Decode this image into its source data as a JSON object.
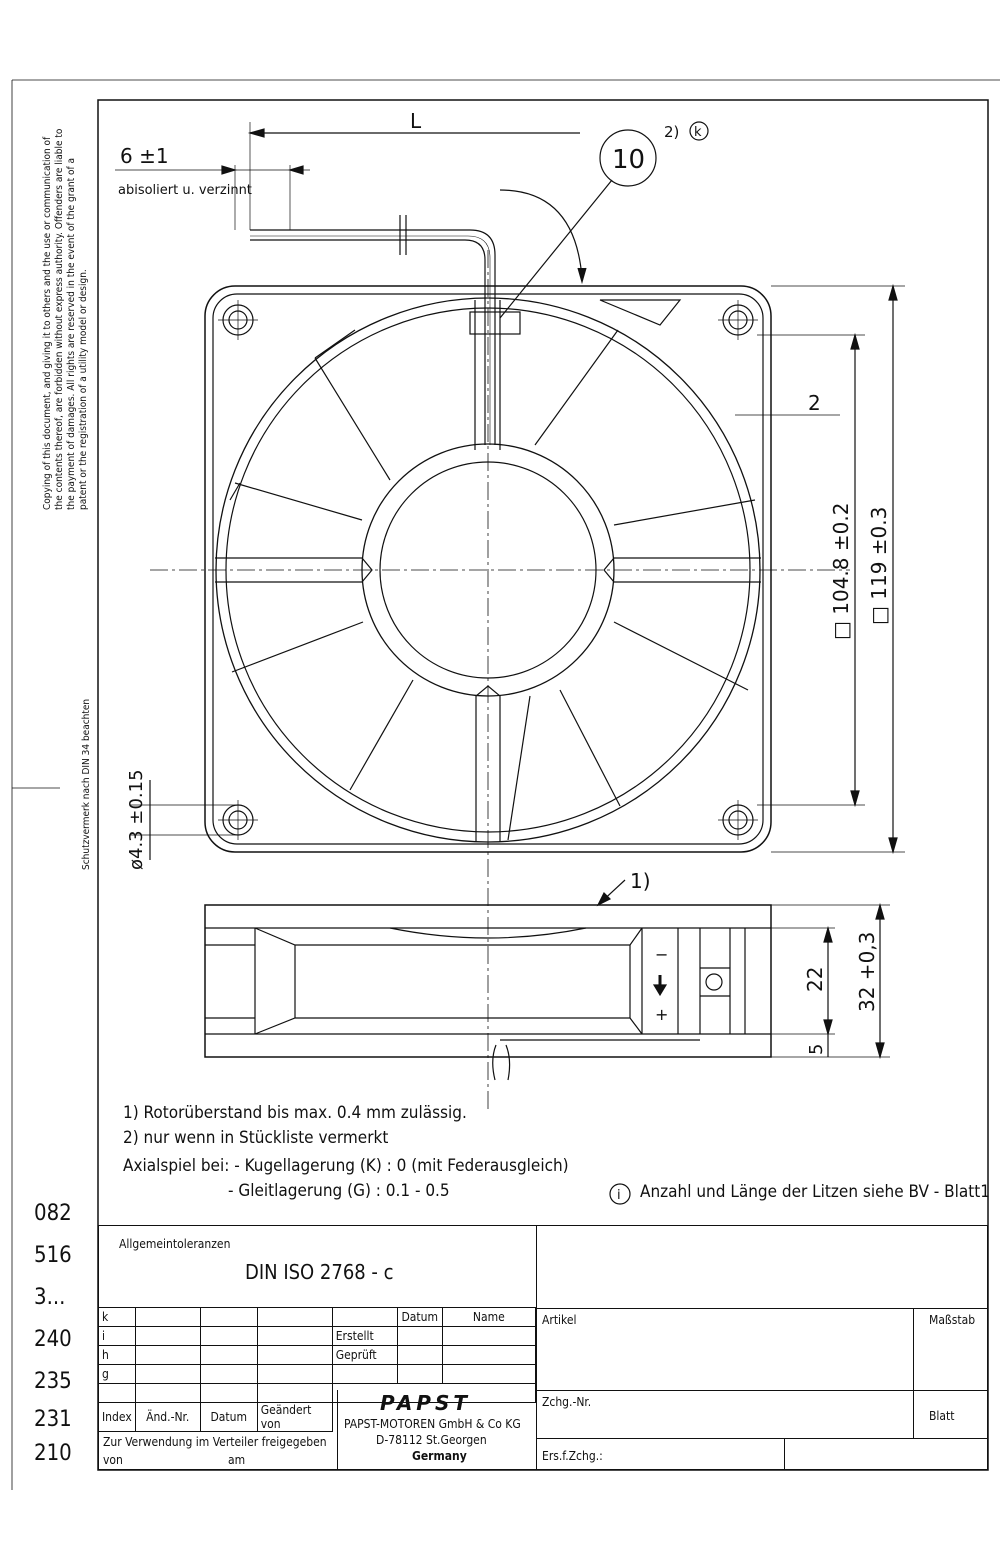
{
  "margin": {
    "copyright_lines": [
      "Copying of this document, and giving it to others and the use or communication of",
      "the contents thereof, are forbidden without express authority. Offenders are liable to",
      "the payment of damages. All rights are reserved in the event of the grant of a",
      "patent or the registration of a utility model or design."
    ],
    "protection_note": "Schutzvermerk nach DIN 34 beachten",
    "index_numbers": [
      "082",
      "516",
      "3...",
      "240",
      "235",
      "231",
      "210"
    ]
  },
  "drawing": {
    "lead_label": "L",
    "strip_dim": "6  ±1",
    "strip_note": "abisoliert u. verzinnt",
    "item_number": "10",
    "item_note": "2)",
    "item_circle": "k",
    "dim_2": "2",
    "dim_inner": "□ 104.8 ±0.2",
    "dim_outer": "□ 119 ±0.3",
    "dim_hole": "ø4.3 ±0.15",
    "note_1_ref": "1)",
    "dim_22": "22",
    "dim_32": "32 +0,3",
    "dim_5": "5",
    "minus": "−",
    "plus": "+"
  },
  "notes": {
    "line1": "1) Rotorüberstand bis max. 0.4 mm zulässig.",
    "line2": "2) nur wenn in Stückliste vermerkt",
    "line3": "Axialspiel bei:  - Kugellagerung (K) : 0 (mit Federausgleich)",
    "line4": "- Gleitlagerung (G) : 0.1 - 0.5",
    "info_icon": "i",
    "info_text": "Anzahl und Länge der Litzen siehe BV - Blatt1"
  },
  "titleblock": {
    "tolerances_label": "Allgemeintoleranzen",
    "tolerances_value": "DIN  ISO  2768  -  c",
    "rev_letters": [
      "k",
      "i",
      "h",
      "g"
    ],
    "col_datum": "Datum",
    "col_name": "Name",
    "erstellt": "Erstellt",
    "geprueft": "Geprüft",
    "idx_index": "Index",
    "idx_aend": "Änd.-Nr.",
    "idx_datum": "Datum",
    "idx_geaendert": "Geändert von",
    "release_text": "Zur Verwendung im Verteiler freigegeben",
    "von": "von",
    "am": "am",
    "logo": "PAPST",
    "company1": "PAPST-MOTOREN GmbH & Co KG",
    "company2": "D-78112 St.Georgen",
    "company3": "Germany",
    "artikel": "Artikel",
    "massstab": "Maßstab",
    "zchg_nr": "Zchg.-Nr.",
    "blatt": "Blatt",
    "ers_zchg": "Ers.f.Zchg.:"
  }
}
